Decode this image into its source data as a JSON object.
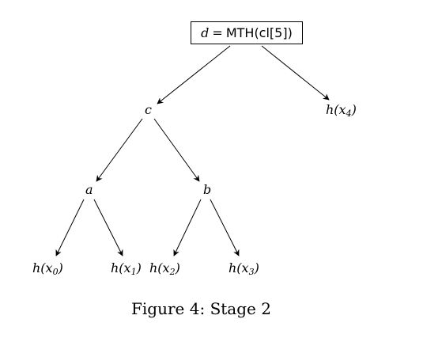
{
  "root": {
    "var": "d",
    "op": "=",
    "expr": "MTH(cl[5])"
  },
  "nodes": {
    "c": "c",
    "a": "a",
    "b": "b",
    "h4": {
      "fn": "h(",
      "var": "x",
      "sub": "4",
      "close": ")"
    },
    "h0": {
      "fn": "h(",
      "var": "x",
      "sub": "0",
      "close": ")"
    },
    "h1": {
      "fn": "h(",
      "var": "x",
      "sub": "1",
      "close": ")"
    },
    "h2": {
      "fn": "h(",
      "var": "x",
      "sub": "2",
      "close": ")"
    },
    "h3": {
      "fn": "h(",
      "var": "x",
      "sub": "3",
      "close": ")"
    }
  },
  "caption": "Figure 4:  Stage 2"
}
